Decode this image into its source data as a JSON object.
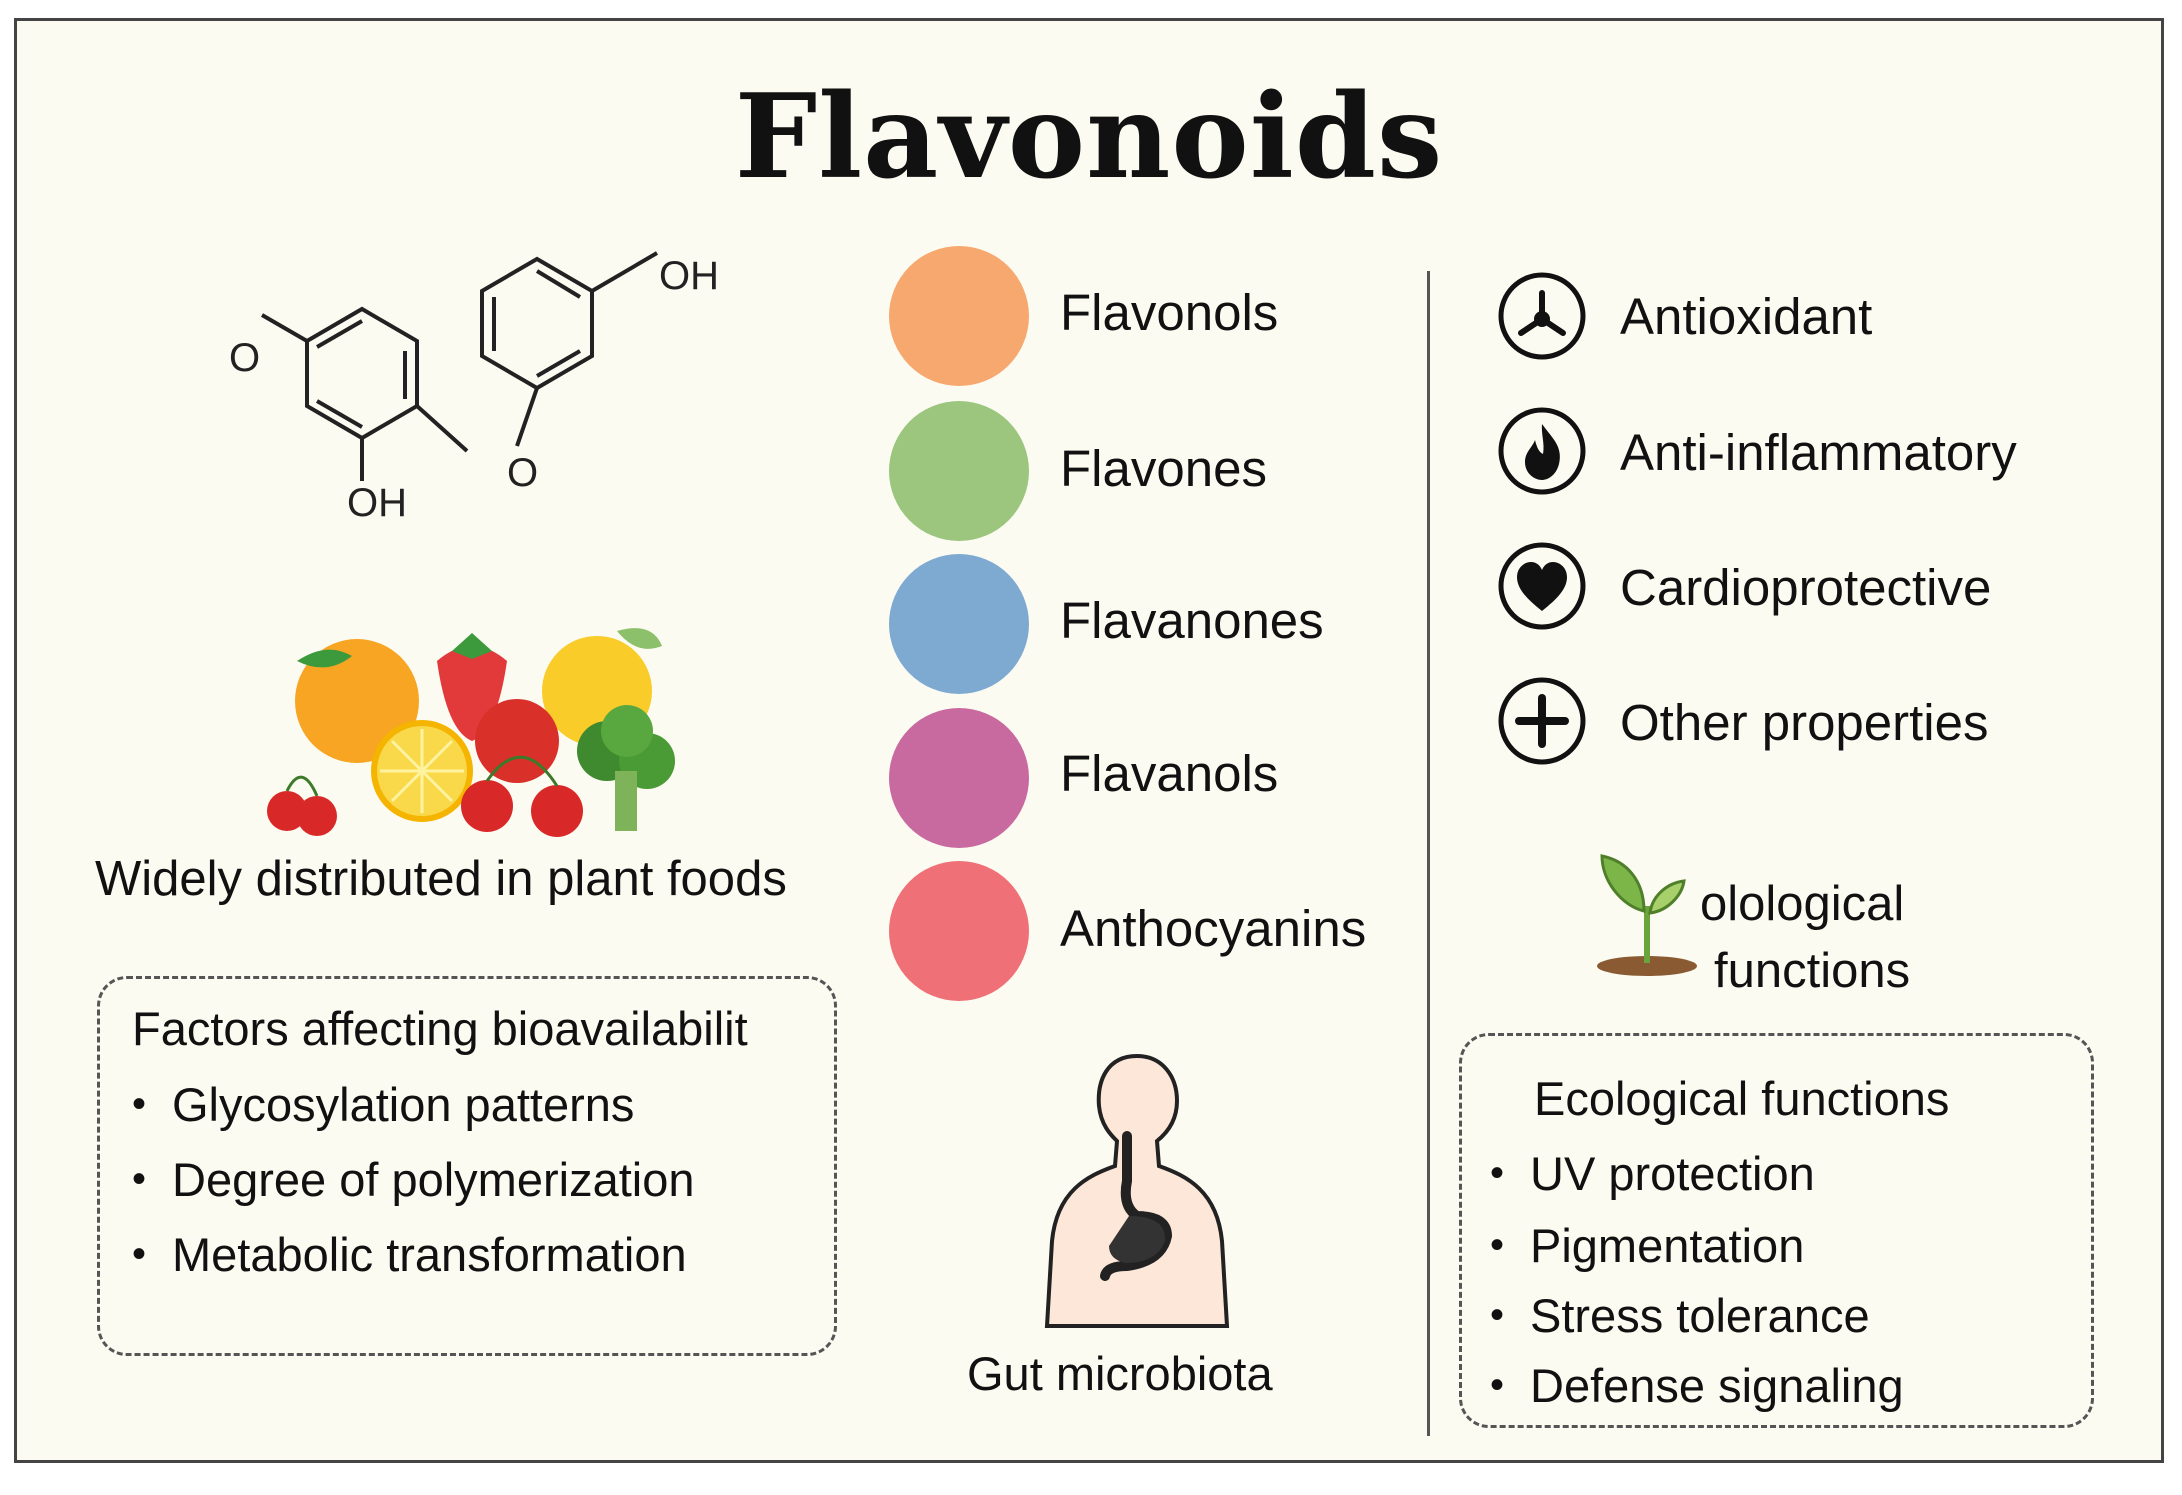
{
  "title": "Flavonoids",
  "structure": {
    "labels": [
      "O",
      "OH",
      "O",
      "OH"
    ]
  },
  "left": {
    "caption": "Widely distributed in plant foods",
    "box": {
      "title": "Factors affecting bioavailabilit",
      "items": [
        "Glycosylation patterns",
        "Degree of polymerization",
        "Metabolic transformation"
      ]
    }
  },
  "classes": [
    {
      "label": "Flavonols",
      "color": "#f7a86f"
    },
    {
      "label": "Flavones",
      "color": "#9cc57e"
    },
    {
      "label": "Flavanones",
      "color": "#7eaad2"
    },
    {
      "label": "Flavanols",
      "color": "#c8699f"
    },
    {
      "label": "Anthocyanins",
      "color": "#ef7076"
    }
  ],
  "gut": {
    "label": "Gut microbiota"
  },
  "properties": [
    {
      "label": "Antioxidant",
      "icon": "antioxidant-icon"
    },
    {
      "label": "Anti-inflammatory",
      "icon": "flame-icon"
    },
    {
      "label": "Cardioprotective",
      "icon": "heart-icon"
    },
    {
      "label": "Other properties",
      "icon": "plus-icon"
    }
  ],
  "ecological": {
    "heading_line1": "olological",
    "heading_line2": "functions",
    "box": {
      "title": "Ecological functions",
      "items": [
        "UV protection",
        "Pigmentation",
        "Stress tolerance",
        "Defense signaling"
      ]
    }
  }
}
